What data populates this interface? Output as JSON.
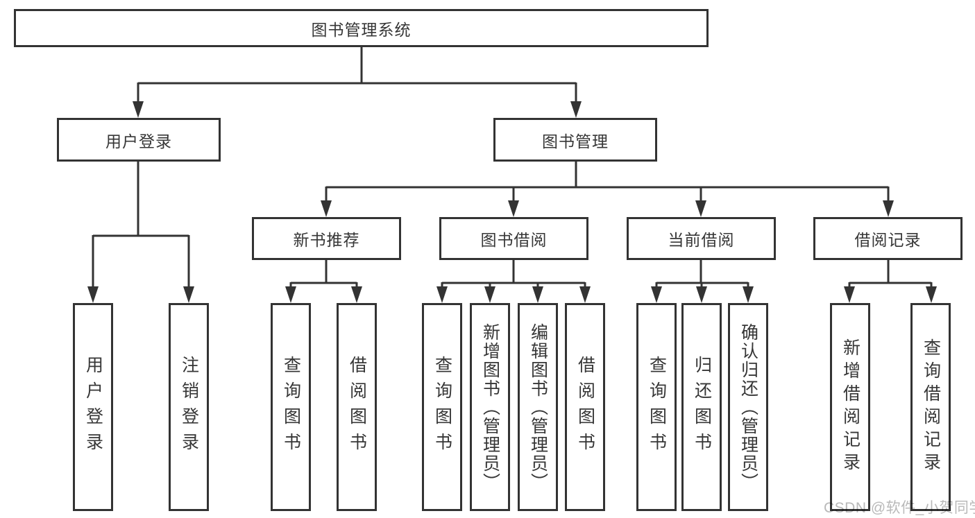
{
  "tree": {
    "root": "图书管理系统",
    "branches": [
      {
        "label": "用户登录",
        "children": [
          "用户登录",
          "注销登录"
        ]
      },
      {
        "label": "图书管理",
        "children": [
          {
            "label": "新书推荐",
            "children": [
              "查询图书",
              "借阅图书"
            ]
          },
          {
            "label": "图书借阅",
            "children": [
              "查询图书",
              "新增图书（管理员）",
              "编辑图书（管理员）",
              "借阅图书"
            ]
          },
          {
            "label": "当前借阅",
            "children": [
              "查询图书",
              "归还图书",
              "确认归还（管理员）"
            ]
          },
          {
            "label": "借阅记录",
            "children": [
              "新增借阅记录",
              "查询借阅记录"
            ]
          }
        ]
      }
    ]
  },
  "watermark": {
    "text": "CSDN @软件_小贺同学"
  },
  "colors": {
    "line": "#333333",
    "box_border": "#333333",
    "box_background": "#ffffff",
    "text": "#363636",
    "watermark": "#b9b9b9"
  }
}
